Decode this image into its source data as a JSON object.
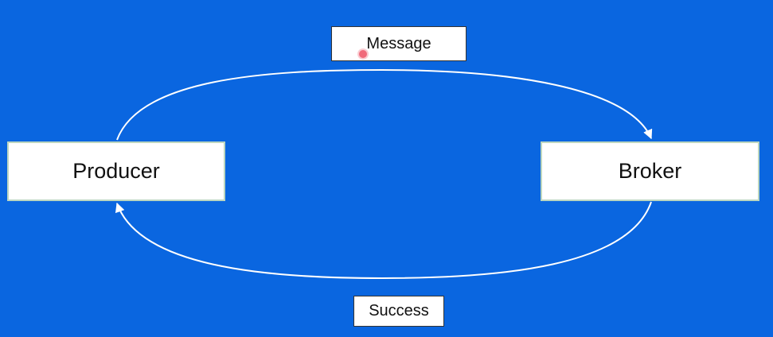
{
  "diagram": {
    "nodes": {
      "producer": "Producer",
      "broker": "Broker"
    },
    "edges": {
      "top_label": "Message",
      "bottom_label": "Success"
    }
  },
  "colors": {
    "background": "#0a66e0",
    "node_fill": "#ffffff",
    "arrow": "#ffffff",
    "cursor": "#f06a7a"
  }
}
